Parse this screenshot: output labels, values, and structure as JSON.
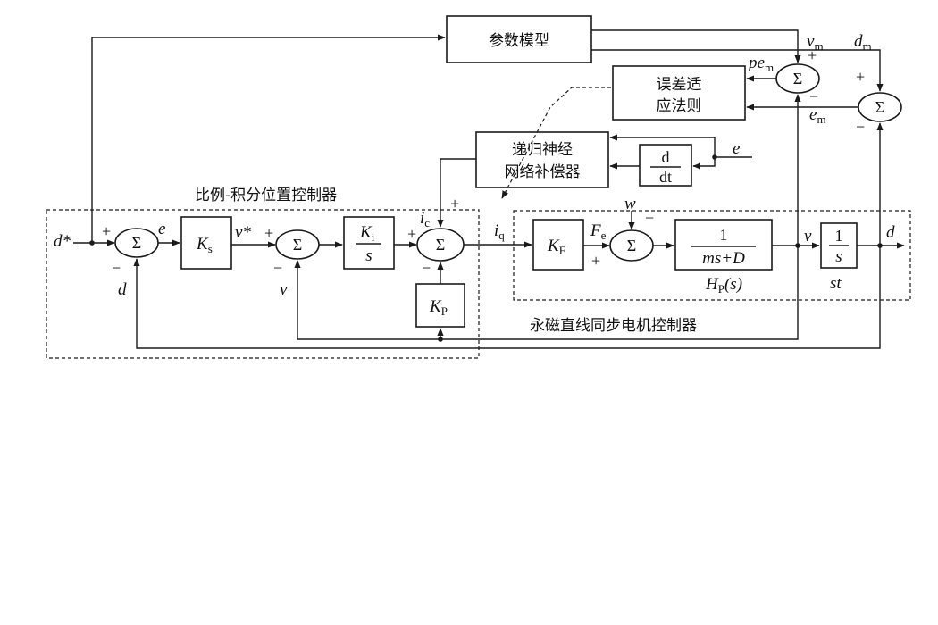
{
  "blocks": {
    "param_model": "参数模型",
    "error_law_1": "误差适",
    "error_law_2": "应法则",
    "rnn_1": "递归神经",
    "rnn_2": "网络补偿器",
    "ks": "K",
    "ks_sub": "s",
    "ki_num": "K",
    "ki_sub": "i",
    "ki_den": "s",
    "kp": "K",
    "kp_sub": "P",
    "kf": "K",
    "kf_sub": "F",
    "plant_num": "1",
    "plant_den": "ms+D",
    "integ_num": "1",
    "integ_den": "s",
    "deriv_num": "d",
    "deriv_den": "dt"
  },
  "regions": {
    "pi_controller": "比例-积分位置控制器",
    "pmlsm_controller": "永磁直线同步电机控制器"
  },
  "sum_symbol": "Σ",
  "signals": {
    "d_ref": "d*",
    "e": "e",
    "v_ref": "v*",
    "d": "d",
    "v": "v",
    "ic": "i",
    "ic_sub": "c",
    "iq": "i",
    "iq_sub": "q",
    "Fe": "F",
    "Fe_sub": "e",
    "w": "w",
    "vm": "v",
    "vm_sub": "m",
    "dm": "d",
    "dm_sub": "m",
    "pe": "pe",
    "pe_sub": "m",
    "em": "e",
    "em_sub": "m",
    "Hp": "H",
    "Hp_sub": "P",
    "Hp_arg": "(s)",
    "st": "st",
    "e_right": "e",
    "d_out": "d"
  },
  "signs": {
    "plus": "+",
    "minus": "−"
  }
}
